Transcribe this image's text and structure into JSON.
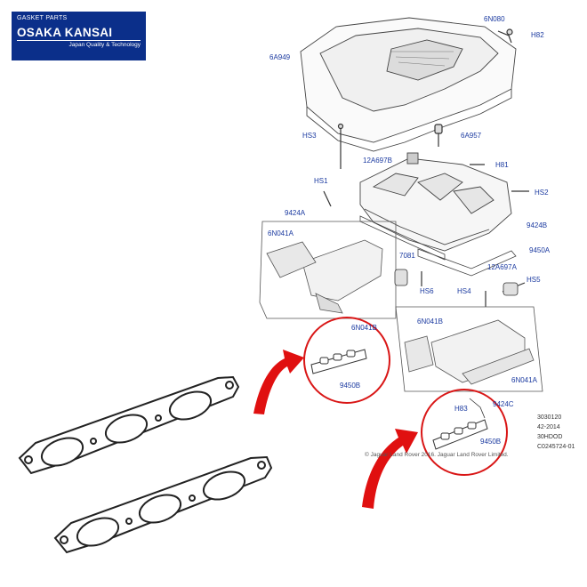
{
  "logo": {
    "line1": "GASKET PARTS",
    "line2": "OSAKA KANSAI",
    "line3": "Japan Quality & Technology",
    "bg_color": "#0b2f8a"
  },
  "diagram": {
    "part_labels": [
      "6N080",
      "H82",
      "6A949",
      "HS3",
      "6A957",
      "12A697B",
      "H81",
      "HS1",
      "HS2",
      "9424A",
      "9424B",
      "6N041A",
      "9450A",
      "7081",
      "12A697A",
      "HS5",
      "HS4",
      "HS6",
      "6N041B",
      "6N041B",
      "9450B",
      "6N041A",
      "9424C",
      "H83",
      "9450B"
    ],
    "ref_codes": [
      "3030120",
      "42-2014",
      "30HDOD",
      "C0245724-01"
    ],
    "copyright": "© Jaguar Land Rover 2016. Jaguar Land Rover Limited."
  },
  "colors": {
    "callout": "#d91616",
    "arrow": "#e01010",
    "gasket": "#222222",
    "label": "#1b3aa0"
  }
}
